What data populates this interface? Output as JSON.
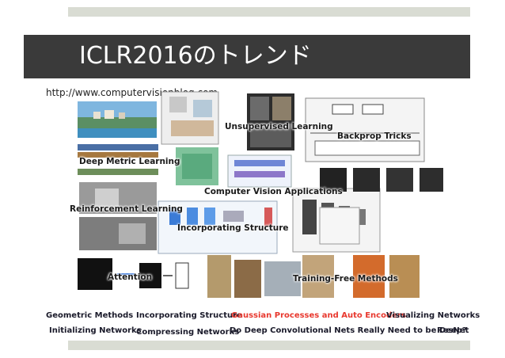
{
  "slide": {
    "title": "ICLR2016のトレンド",
    "source_url": "http://www.computervisionblog.com"
  },
  "figure_labels": {
    "unsupervised_learning": "Unsupervised Learning",
    "backprop_tricks": "Backprop Tricks",
    "deep_metric_learning": "Deep Metric Learning",
    "computer_vision_applications": "Computer Vision Applications",
    "reinforcement_learning": "Reinforcement Learning",
    "incorporating_structure": "Incorporating Structure",
    "attention": "Attention",
    "training_free_methods": "Training-Free Methods"
  },
  "footer": {
    "row1": {
      "geometric_methods": "Geometric Methods",
      "incorporating_structure": "Incorporating Structure",
      "gaussian_processes": "Gaussian Processes and Auto Encoders",
      "visualizing_networks": "Visualizing Networks"
    },
    "row2": {
      "initializing_networks": "Initializing Networks",
      "compressing_networks": "Compressing Networks",
      "deep_convolutional": "Do Deep Convolutional Nets Really Need to be Deep?",
      "resnet": "ResNet"
    }
  },
  "colors": {
    "title_bar": "#3a3a3a",
    "band": "#d9dcd3",
    "highlight_red": "#e8382e"
  }
}
